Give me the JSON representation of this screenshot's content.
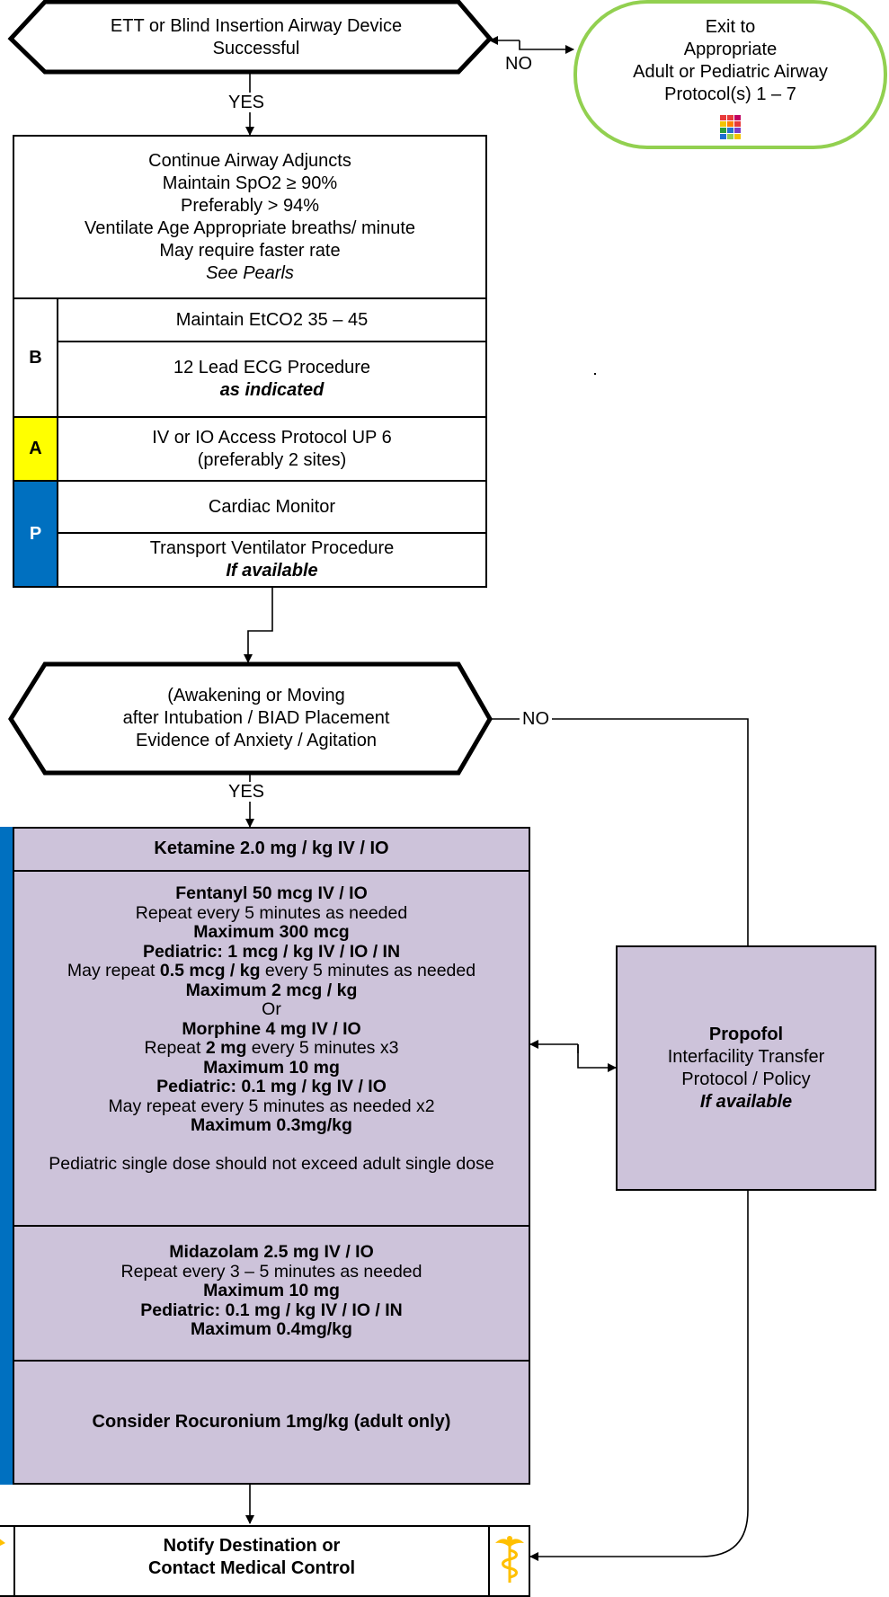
{
  "decision1": {
    "line1": "ETT or Blind Insertion Airway Device",
    "line2": "Successful"
  },
  "exit": {
    "line1": "Exit to",
    "line2": "Appropriate",
    "line3": "Adult or Pediatric Airway",
    "line4": "Protocol(s) 1 – 7"
  },
  "labels": {
    "no": "NO",
    "yes": "YES"
  },
  "continue_box": {
    "line1": "Continue Airway Adjuncts",
    "line2": "Maintain SpO2 ≥  90%",
    "line3": "Preferably > 94%",
    "line4": "Ventilate Age Appropriate breaths/ minute",
    "line5": "May require faster rate",
    "line6": "See Pearls"
  },
  "levels": {
    "b": "B",
    "a": "A",
    "p": "P",
    "colors": {
      "b": "#ffffff",
      "a": "#ffff00",
      "p": "#0070c0"
    }
  },
  "steps": {
    "etco2": "Maintain EtCO2 35 – 45",
    "ecg_line1": "12 Lead ECG Procedure",
    "ecg_line2": "as indicated",
    "iv_line1": "IV or IO Access Protocol UP 6",
    "iv_line2": "(preferably 2 sites)",
    "monitor": "Cardiac Monitor",
    "vent_line1": "Transport Ventilator  Procedure",
    "vent_line2": "If available"
  },
  "decision2": {
    "line1": "(Awakening or Moving",
    "line2": "after Intubation / BIAD Placement",
    "line3": "Evidence of Anxiety / Agitation"
  },
  "ketamine": "Ketamine 2.0 mg / kg  IV / IO",
  "fentanyl": {
    "l1": "Fentanyl 50 mcg IV / IO",
    "l2": "Repeat  every 5 minutes as needed",
    "l3": "Maximum 300 mcg",
    "l4": "Pediatric: 1 mcg / kg IV / IO / IN",
    "l5a": "May repeat ",
    "l5b": "0.5 mcg / kg",
    "l5c": " every 5 minutes as needed",
    "l6": "Maximum 2 mcg / kg",
    "l7": "Or",
    "l8": "Morphine 4 mg IV / IO",
    "l9a": "Repeat ",
    "l9b": "2 mg",
    "l9c": " every 5 minutes x3",
    "l10": "Maximum 10 mg",
    "l11": "Pediatric: 0.1 mg / kg IV / IO",
    "l12": "May repeat every 5 minutes as needed x2",
    "l13": "Maximum 0.3mg/kg",
    "l14": "Pediatric single dose should not exceed adult single dose"
  },
  "midazolam": {
    "l1": "Midazolam 2.5 mg IV / IO",
    "l2": "Repeat every 3 – 5 minutes as needed",
    "l3": "Maximum 10 mg",
    "l4": "Pediatric: 0.1 mg / kg IV / IO / IN",
    "l5": "Maximum 0.4mg/kg"
  },
  "rocuronium": "Consider Rocuronium 1mg/kg (adult only)",
  "propofol": {
    "l1": "Propofol",
    "l2": "Interfacility Transfer",
    "l3": "Protocol / Policy",
    "l4": "If available"
  },
  "notify": {
    "l1": "Notify Destination or",
    "l2": "Contact Medical Control"
  },
  "icons": {
    "caduceus": "caduceus-icon",
    "protocol_grid": "protocol-grid-icon",
    "caduceus_color": "#ffc000"
  }
}
